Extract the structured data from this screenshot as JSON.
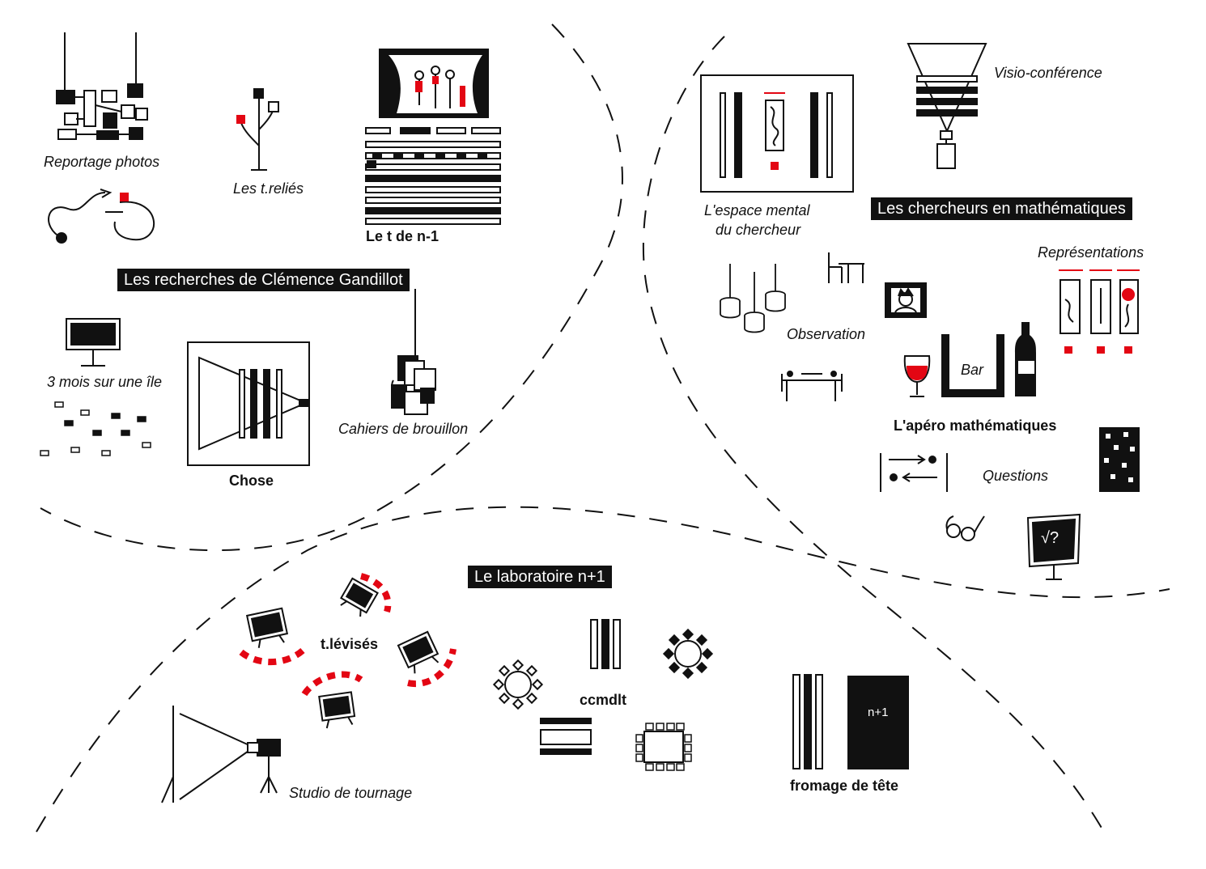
{
  "sections": {
    "clemence": "Les recherches de Clémence Gandillot",
    "chercheurs": "Les chercheurs en mathématiques",
    "laboratoire": "Le laboratoire n+1"
  },
  "labels": {
    "reportage": "Reportage photos",
    "treliés": "Les t.reliés",
    "tdenmoins1": "Le t de n-1",
    "troismois": "3 mois sur une île",
    "chose": "Chose",
    "cahiers": "Cahiers de brouillon",
    "espace_line1": "L'espace mental",
    "espace_line2": "du chercheur",
    "visio": "Visio-conférence",
    "representations": "Représentations",
    "observation": "Observation",
    "bar": "Bar",
    "apero": "L'apéro mathématiques",
    "questions": "Questions",
    "tlevises": "t.lévisés",
    "ccmdlt": "ccmdlt",
    "studio": "Studio de tournage",
    "fromage": "fromage de tête",
    "nplus1": "n+1",
    "sqrt_q": "√?"
  },
  "colors": {
    "ink": "#111111",
    "accent": "#e30613",
    "background": "#ffffff"
  }
}
